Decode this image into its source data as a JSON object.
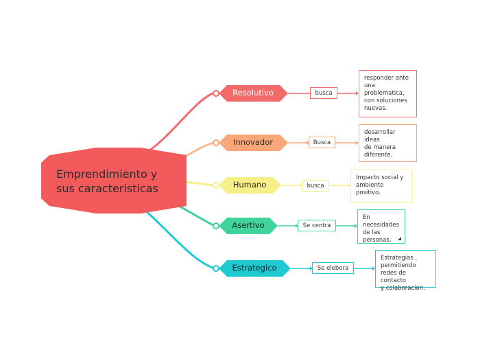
{
  "central": {
    "text": "Emprendimiento y sus caracteristicas",
    "color": "#f25a5c"
  },
  "branches": [
    {
      "label": "Resolutivo",
      "color": "#f26b6b",
      "text_color": "#ffffff",
      "link_label": "busca",
      "note": "responder ante\nuna\nproblematica,\ncon soluciones\nnuevas."
    },
    {
      "label": "Innovador",
      "color": "#f9a77a",
      "text_color": "#3a2a20",
      "link_label": "Busca",
      "note": "desarrollar ideas\nde manera\ndiferente."
    },
    {
      "label": "Humano",
      "color": "#f6ef8a",
      "text_color": "#2e2e10",
      "link_label": "busca",
      "note": "Impacto social y\nambiente positivo."
    },
    {
      "label": "Asertivo",
      "color": "#40d49a",
      "text_color": "#0d2a1f",
      "link_label": "Se centra",
      "note": "En\nnecesidades\nde las\npersonas."
    },
    {
      "label": "Estrategico",
      "color": "#1ec9d2",
      "text_color": "#0a2629",
      "link_label": "Se elebora",
      "note": "Estrategias ,\npermitiendo\nredes de contacto\ny colaboracion."
    }
  ]
}
